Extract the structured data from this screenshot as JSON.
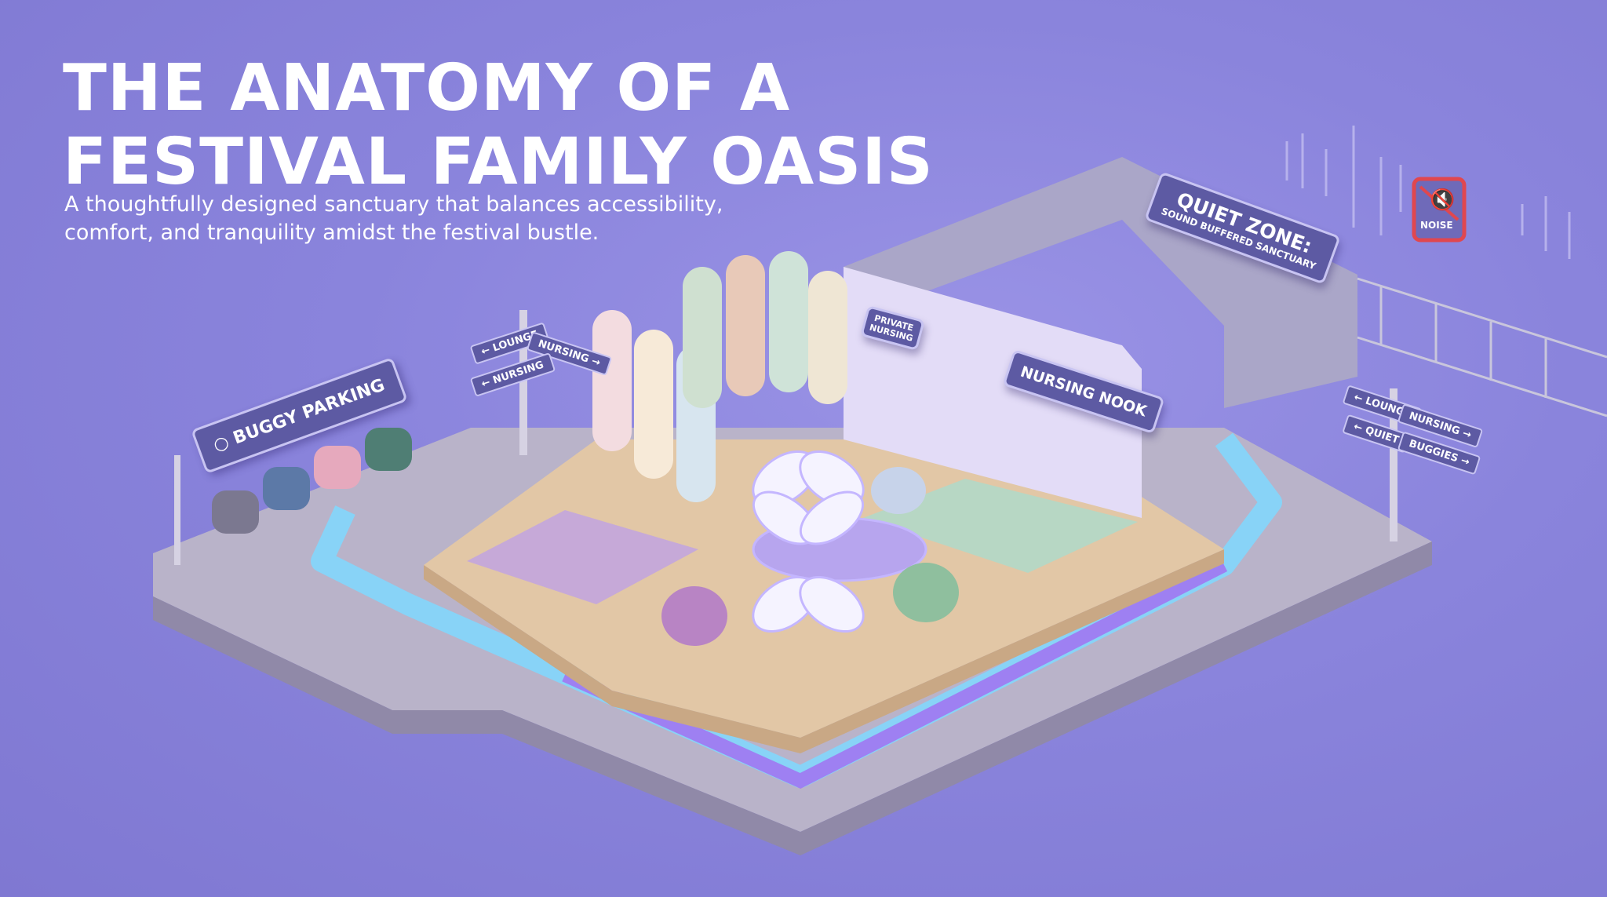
{
  "header": {
    "title_line1": "THE ANATOMY OF A",
    "title_line2": "FESTIVAL FAMILY OASIS",
    "subtitle_line1": "A thoughtfully designed sanctuary that balances accessibility,",
    "subtitle_line2": "comfort, and tranquility amidst the festival bustle."
  },
  "signs": {
    "buggy_parking": "BUGGY PARKING",
    "quiet_zone_title": "QUIET ZONE:",
    "quiet_zone_subtitle": "SOUND BUFFERED SANCTUARY",
    "noise": "NOISE",
    "nursing_nook": "NURSING NOOK",
    "private_nursing_line1": "PRIVATE",
    "private_nursing_line2": "NURSING"
  },
  "left_signpost": [
    "LOUNGE",
    "NURSING",
    "NURSING"
  ],
  "right_signpost": [
    "LOUNGE",
    "NURSING",
    "QUIET",
    "BUGGIES"
  ],
  "colors": {
    "background": "#8a84dc",
    "sign": "#5d5aa3",
    "path_glow": "#7fd8ff",
    "path_purple": "#a46cf0",
    "noise_red": "#e0474f"
  }
}
